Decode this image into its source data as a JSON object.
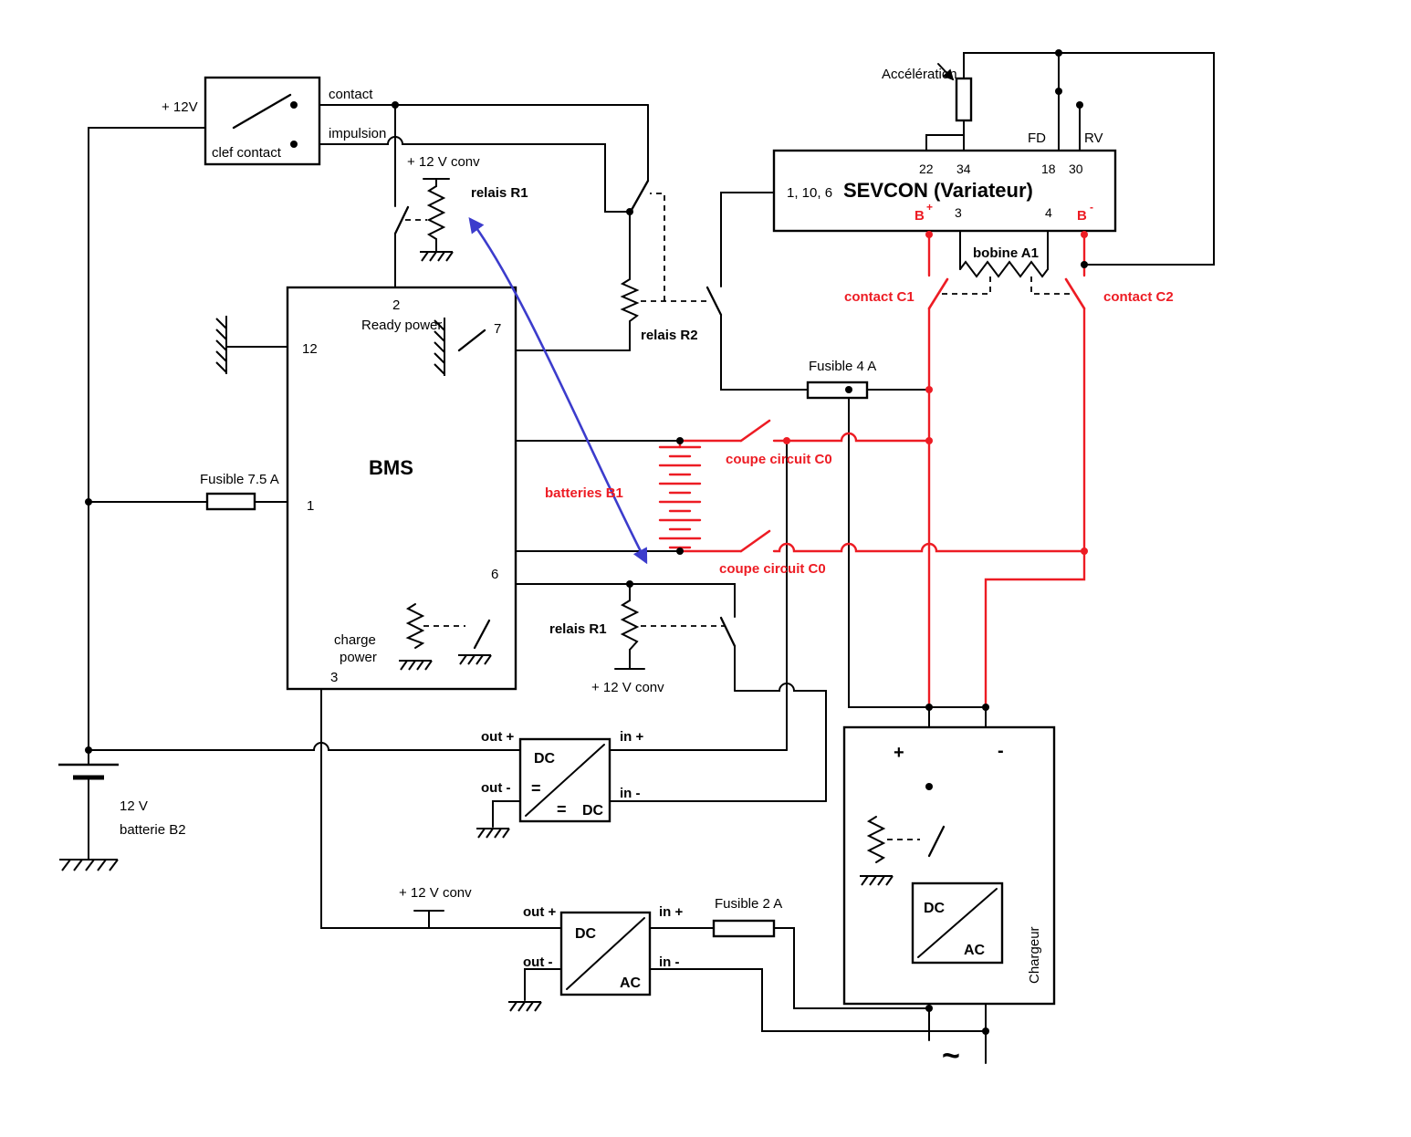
{
  "colors": {
    "wire": "#000000",
    "power_red": "#ED1C24",
    "arrow_blue": "#3C3CCC"
  },
  "key_switch": {
    "supply": "+ 12V",
    "box_label": "clef contact",
    "contact": "contact",
    "impulsion": "impulsion"
  },
  "relais_r1_top": {
    "label": "relais R1",
    "supply": "+ 12 V conv"
  },
  "relais_r2": {
    "label": "relais R2"
  },
  "bms": {
    "title": "BMS",
    "pin2": "2",
    "ready_power": "Ready power",
    "pin7": "7",
    "pin12": "12",
    "pin1": "1",
    "pin6": "6",
    "pin3": "3",
    "charge": "charge",
    "power": "power"
  },
  "fuses": {
    "f75": "Fusible 7.5 A",
    "f4": "Fusible 4 A",
    "f2": "Fusible 2 A"
  },
  "sevcon": {
    "title": "SEVCON (Variateur)",
    "pins_left": "1, 10, 6",
    "p22": "22",
    "p34": "34",
    "p18": "18",
    "p30": "30",
    "b_plus": "B",
    "b_plus_sign": "+",
    "p3": "3",
    "p4": "4",
    "b_minus": "B",
    "b_minus_sign": "-",
    "fd": "FD",
    "rv": "RV",
    "acceleration": "Accélération"
  },
  "bobine": {
    "label": "bobine A1"
  },
  "contactors": {
    "c1": "contact C1",
    "c2": "contact C2",
    "c0_top": "coupe circuit C0",
    "c0_bottom": "coupe circuit C0"
  },
  "battery_b1": {
    "label": "batteries B1"
  },
  "relais_r1_low": {
    "label": "relais R1",
    "supply": "+ 12 V conv"
  },
  "dcdc1": {
    "out_plus": "out +",
    "out_minus": "out -",
    "in_plus": "in +",
    "in_minus": "in -",
    "dc_top": "DC",
    "eq_left": "=",
    "eq_bottom": "=",
    "dc_bottom": "DC"
  },
  "battery_b2": {
    "voltage": "12 V",
    "label": "batterie B2"
  },
  "dcac2": {
    "supply": "+ 12 V conv",
    "out_plus": "out +",
    "out_minus": "out -",
    "in_plus": "in +",
    "in_minus": "in -",
    "dc": "DC",
    "ac": "AC"
  },
  "chargeur": {
    "plus": "+",
    "minus": "-",
    "dc": "DC",
    "ac": "AC",
    "label": "Chargeur",
    "ac_source": "~"
  }
}
